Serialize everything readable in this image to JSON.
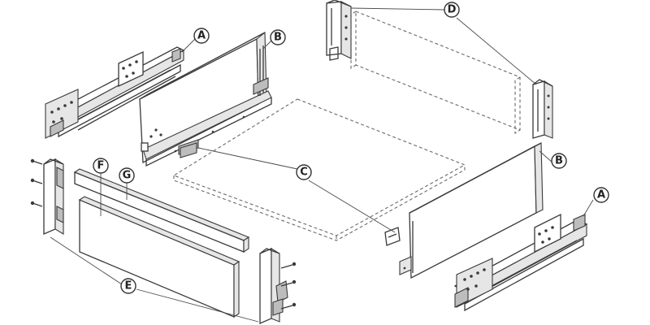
{
  "labels": {
    "a1": "A",
    "a2": "A",
    "b1": "B",
    "b2": "B",
    "c": "C",
    "d": "D",
    "e": "E",
    "f": "F",
    "g": "G"
  }
}
